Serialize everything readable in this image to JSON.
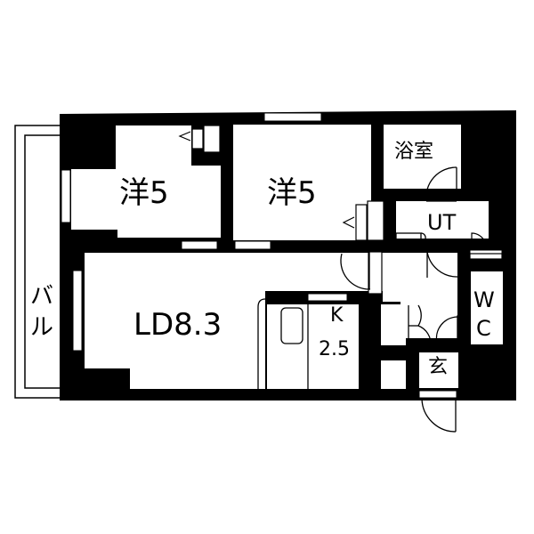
{
  "floor_plan": {
    "colors": {
      "wall": "#000000",
      "floor": "#ffffff",
      "line": "#000000"
    },
    "rooms": {
      "western1": {
        "label": "洋5"
      },
      "western2": {
        "label": "洋5"
      },
      "bath": {
        "label": "浴室"
      },
      "utility": {
        "label": "UT"
      },
      "living": {
        "label": "LD8.3"
      },
      "kitchen": {
        "label_line1": "K",
        "label_line2": "2.5"
      },
      "toilet": {
        "label_line1": "W",
        "label_line2": "C"
      },
      "entrance": {
        "label": "玄"
      },
      "balcony": {
        "label_line1": "バ",
        "label_line2": "ル"
      }
    }
  }
}
